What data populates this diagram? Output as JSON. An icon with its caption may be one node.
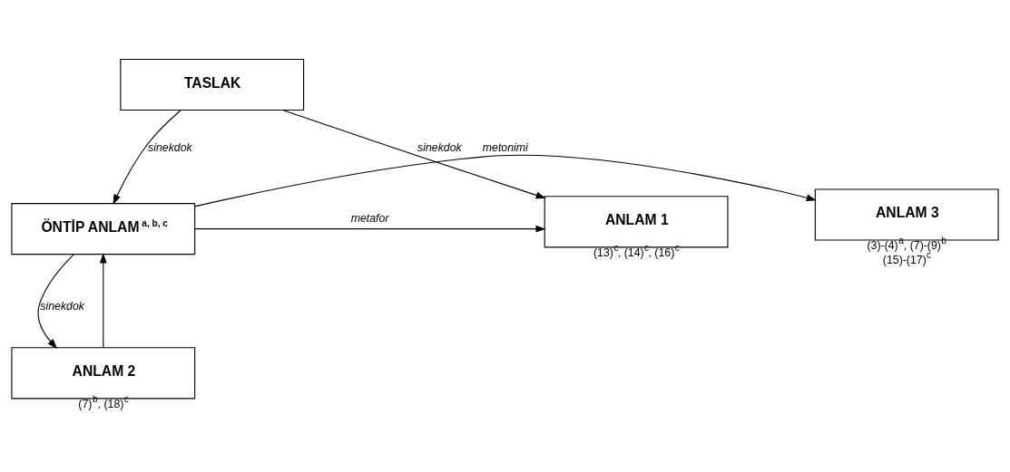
{
  "diagram": {
    "nodes": [
      {
        "text": [
          "TASLAK"
        ]
      },
      {
        "text": [
          "ANLAM 3"
        ],
        "beside": [
          "(3)-(4)$^{a}$, (7)-(9)$^{b}$",
          "(15)-(17)$^{c}$"
        ]
      },
      {
        "text": [
          "ÖNTİP ANLAM $^{a, b, c}$"
        ]
      },
      {
        "text": [
          "ANLAM 1"
        ],
        "beside": [
          "(13)$^{c}$, (14)$^{c}$, (16)$^{c}$"
        ]
      },
      {
        "text": [
          "ANLAM 2"
        ],
        "beside": [
          "(7)$^{b}$, (18)$^{c}$"
        ]
      }
    ],
    "edges": [
      {
        "from": 0,
        "to": 2,
        "arrow": "to",
        "label": "sinekdok"
      },
      {
        "from": 0,
        "to": 3,
        "arrow": "to",
        "label": "sinekdok"
      },
      {
        "from": 2,
        "to": 1,
        "arrow": "to",
        "label": "metonimi"
      },
      {
        "from": 2,
        "to": 3,
        "arrow": "to",
        "label": "metafor"
      },
      {
        "from": 2,
        "to": 4,
        "arrow": "to",
        "label": "sinekdok"
      },
      {
        "from": 4,
        "to": 2,
        "arrow": "to"
      }
    ]
  }
}
